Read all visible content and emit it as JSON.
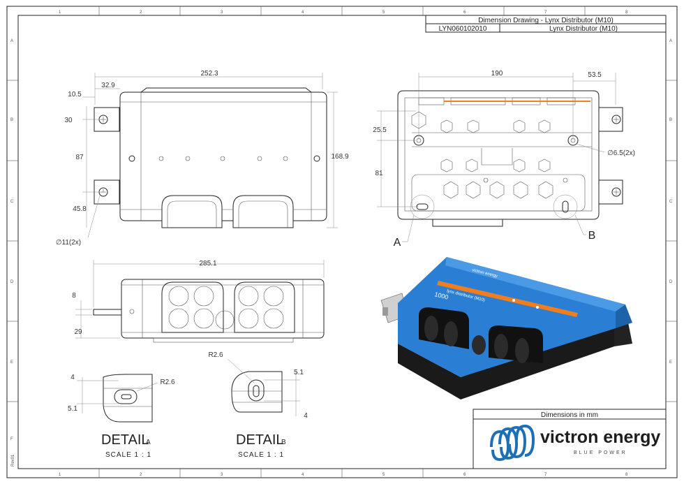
{
  "title_block": {
    "title": "Dimension Drawing - Lynx Distributor (M10)",
    "part_number": "LYN060102010",
    "part_name": "Lynx Distributor (M10)",
    "units_note": "Dimensions in mm",
    "revision": "Rev01"
  },
  "grid": {
    "columns": [
      "1",
      "2",
      "3",
      "4",
      "5",
      "6",
      "7",
      "8"
    ],
    "rows": [
      "A",
      "B",
      "C",
      "D",
      "E",
      "F"
    ]
  },
  "views": {
    "top": {
      "overall_width": "252.3",
      "offset_a": "32.9",
      "offset_b": "10.5",
      "height_a": "30",
      "height_b": "87",
      "height_c": "45.8",
      "overall_height": "168.9",
      "hole": "∅11(2x)"
    },
    "bottom": {
      "width_a": "190",
      "width_b": "53.5",
      "height_a": "25.5",
      "height_b": "81",
      "hole": "∅6.5(2x)",
      "detail_a": "A",
      "detail_b": "B"
    },
    "front": {
      "overall_width": "285.1",
      "height_a": "8",
      "height_b": "29"
    }
  },
  "details": {
    "a": {
      "label": "DETAIL",
      "letter": "A",
      "scale": "SCALE 1 : 1",
      "dim_top": "4",
      "dim_bottom": "5.1",
      "radius": "R2.6"
    },
    "b": {
      "label": "DETAIL",
      "letter": "B",
      "scale": "SCALE 1 : 1",
      "radius": "R2.6",
      "dim_side": "5.1",
      "dim_bottom": "4"
    }
  },
  "product": {
    "label_line1": "lynx distributor (M10)",
    "label_line2": "1000",
    "brand_small": "victron energy"
  },
  "logo": {
    "brand": "victron energy",
    "tagline": "BLUE POWER",
    "primary_color": "#1f6fb5",
    "product_color": "#2a7fd4"
  }
}
